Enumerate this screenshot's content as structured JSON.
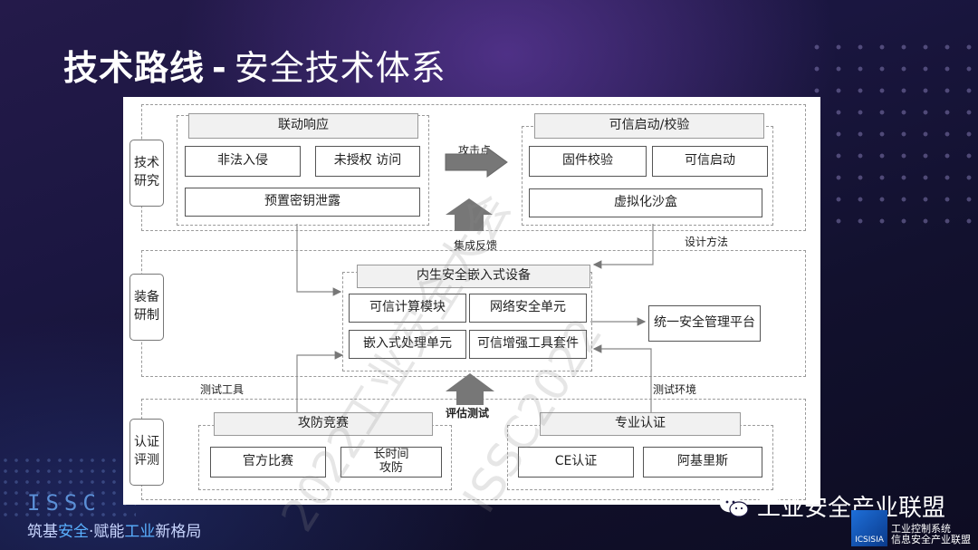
{
  "title": {
    "bold": "技术路线",
    "separator": "-",
    "rest": "安全技术体系"
  },
  "rows": {
    "tech": "技术\n研究",
    "equip": "装备\n研制",
    "cert": "认证\n评测"
  },
  "tech": {
    "left_header": "联动响应",
    "illegal_intrusion": "非法入侵",
    "unauthorized_access": "未授权 访问",
    "key_leak": "预置密钥泄露",
    "right_header": "可信启动/校验",
    "firmware_check": "固件校验",
    "trusted_boot": "可信启动",
    "sandbox": "虚拟化沙盒",
    "attack_point": "攻击点"
  },
  "equip": {
    "header": "内生安全嵌入式设备",
    "trusted_compute": "可信计算模块",
    "net_security": "网络安全单元",
    "embedded_proc": "嵌入式处理单元",
    "trusted_tools": "可信增强工具套件",
    "platform": "统一安全管理平台",
    "integration_feedback": "集成反馈",
    "design_method": "设计方法"
  },
  "cert": {
    "left_header": "攻防竞赛",
    "official": "官方比赛",
    "long_term": "长时间\n攻防",
    "right_header": "专业认证",
    "ce": "CE认证",
    "achilles": "阿基里斯",
    "eval_test": "评估测试",
    "test_tools": "测试工具",
    "test_env": "测试环境"
  },
  "watermark": {
    "line1": "2022工业安全大会",
    "line2": "ISSC2022"
  },
  "footer": {
    "issc": "ISSC",
    "slogan_1": "筑基",
    "slogan_2": "安全",
    "slogan_3": "·赋能",
    "slogan_4": "工业",
    "slogan_5": "新格局",
    "brand": "工业安全产业联盟",
    "logo_abbr": "ICSISIA",
    "logo_line1": "工业控制系统",
    "logo_line2": "信息安全产业联盟"
  },
  "colors": {
    "accent_blue": "#5ab0ff",
    "panel": "#ffffff"
  },
  "icons": [
    "wechat-icon",
    "icsisia-logo"
  ]
}
